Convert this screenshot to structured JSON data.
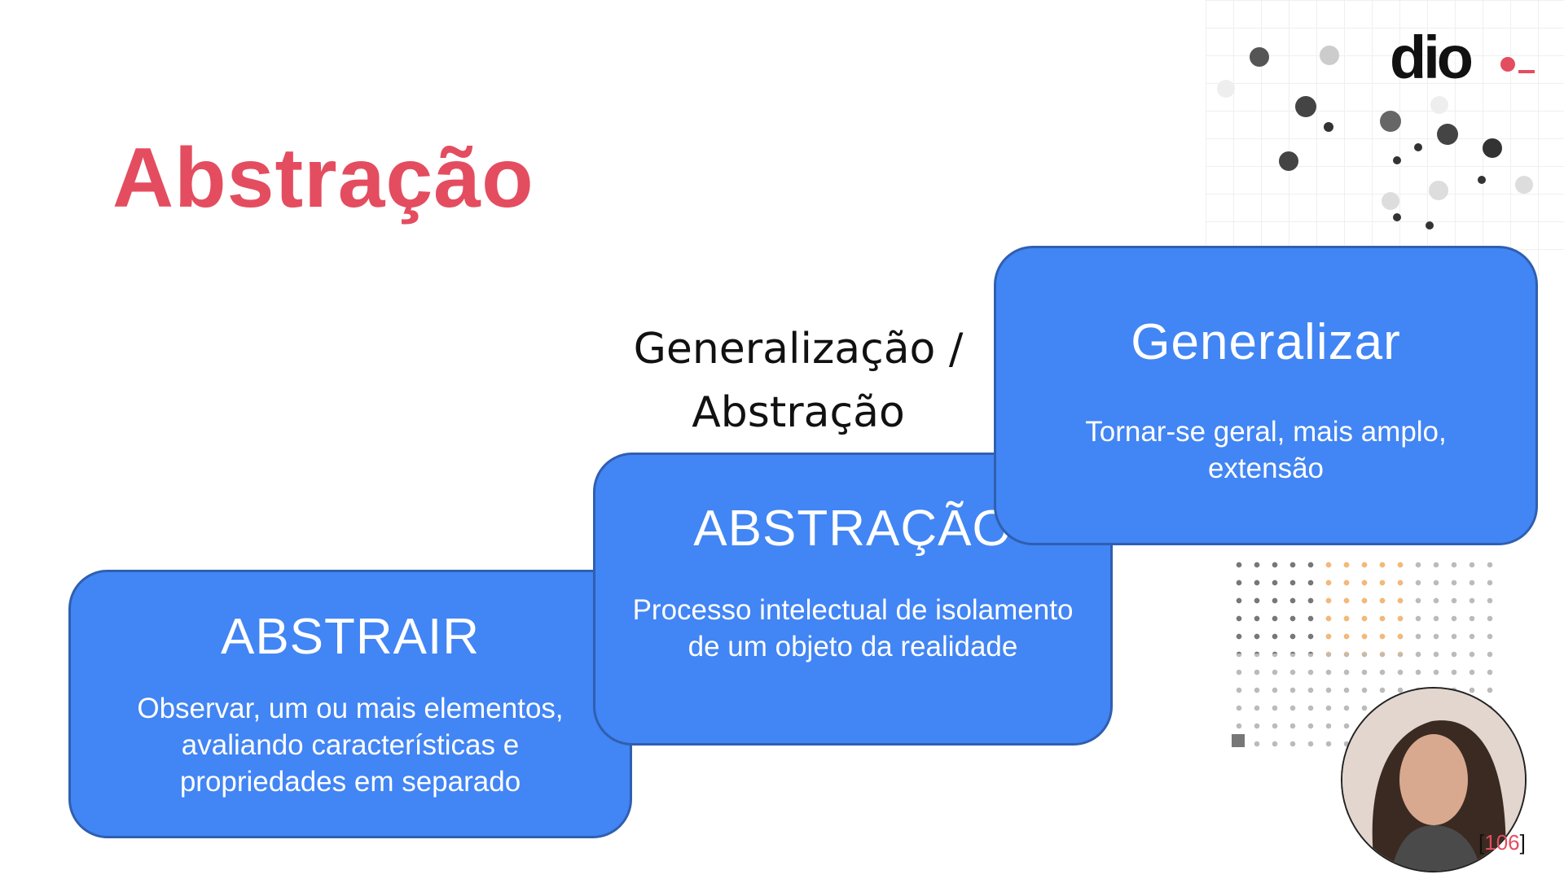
{
  "slide": {
    "title": "Abstração",
    "step_caption": "Generalização / Abstração",
    "page_number": "106"
  },
  "boxes": [
    {
      "heading": "ABSTRAIR",
      "description": "Observar, um ou mais elementos, avaliando características e propriedades em separado"
    },
    {
      "heading": "ABSTRAÇÃO",
      "description": "Processo intelectual de isolamento de um objeto da realidade"
    },
    {
      "heading": "Generalizar",
      "description": "Tornar-se geral, mais amplo, extensão"
    }
  ],
  "colors": {
    "title": "#e44d5f",
    "box_fill": "#4285f4",
    "box_border": "#2f5fb0",
    "accent_dot": "#e44d5f"
  },
  "logo": {
    "text": "dio"
  }
}
